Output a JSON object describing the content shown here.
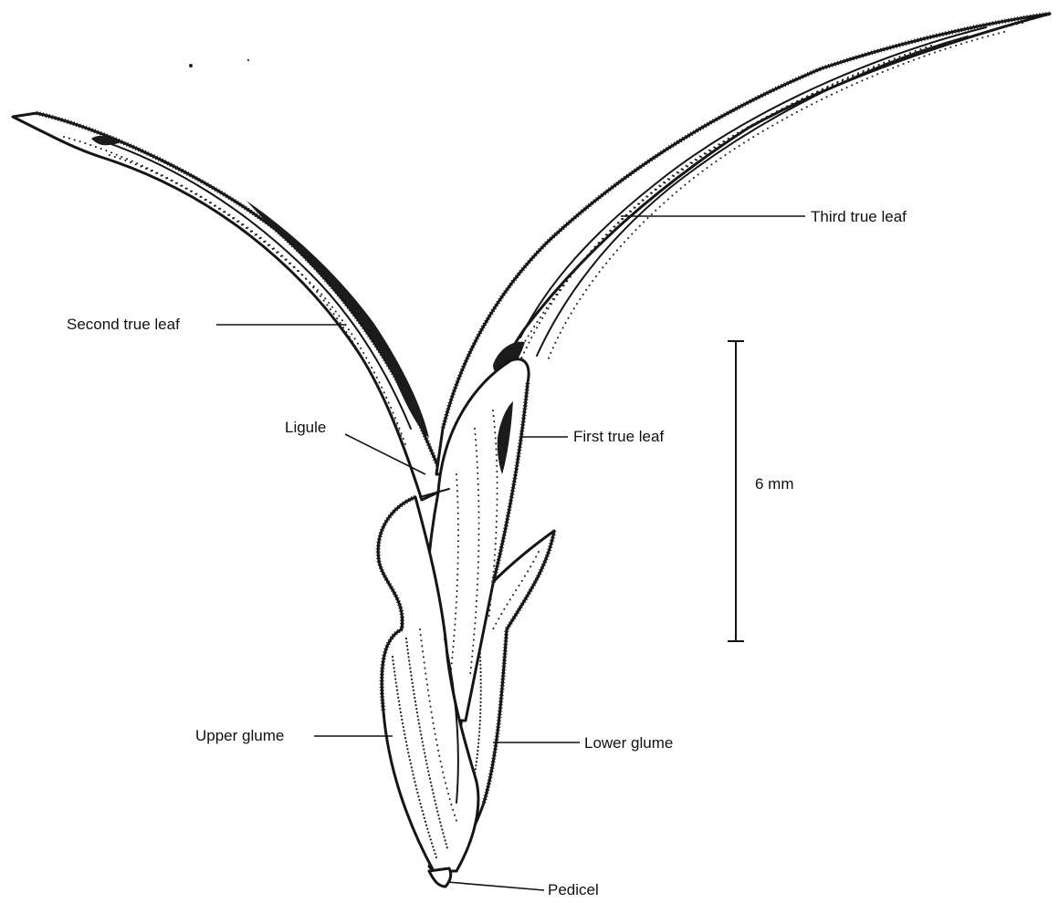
{
  "labels": {
    "third_true_leaf": "Third true leaf",
    "second_true_leaf": "Second true leaf",
    "ligule": "Ligule",
    "first_true_leaf": "First true leaf",
    "upper_glume": "Upper glume",
    "lower_glume": "Lower glume",
    "pedicel": "Pedicel"
  },
  "scale_bar": {
    "label": "6 mm"
  },
  "colors": {
    "ink": "#151515",
    "background": "#ffffff"
  }
}
